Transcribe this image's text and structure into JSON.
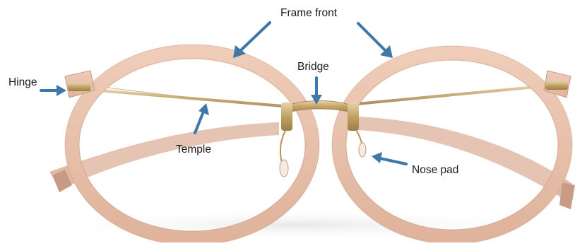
{
  "labels": {
    "frame_front": "Frame front",
    "bridge": "Bridge",
    "hinge": "Hinge",
    "temple": "Temple",
    "nose_pad": "Nose pad"
  },
  "colors": {
    "arrow": "#3f77a8",
    "frame": "#e7c2ae",
    "frame_edge": "#c99a84",
    "metal": "#c7ab73",
    "background": "#ffffff"
  }
}
